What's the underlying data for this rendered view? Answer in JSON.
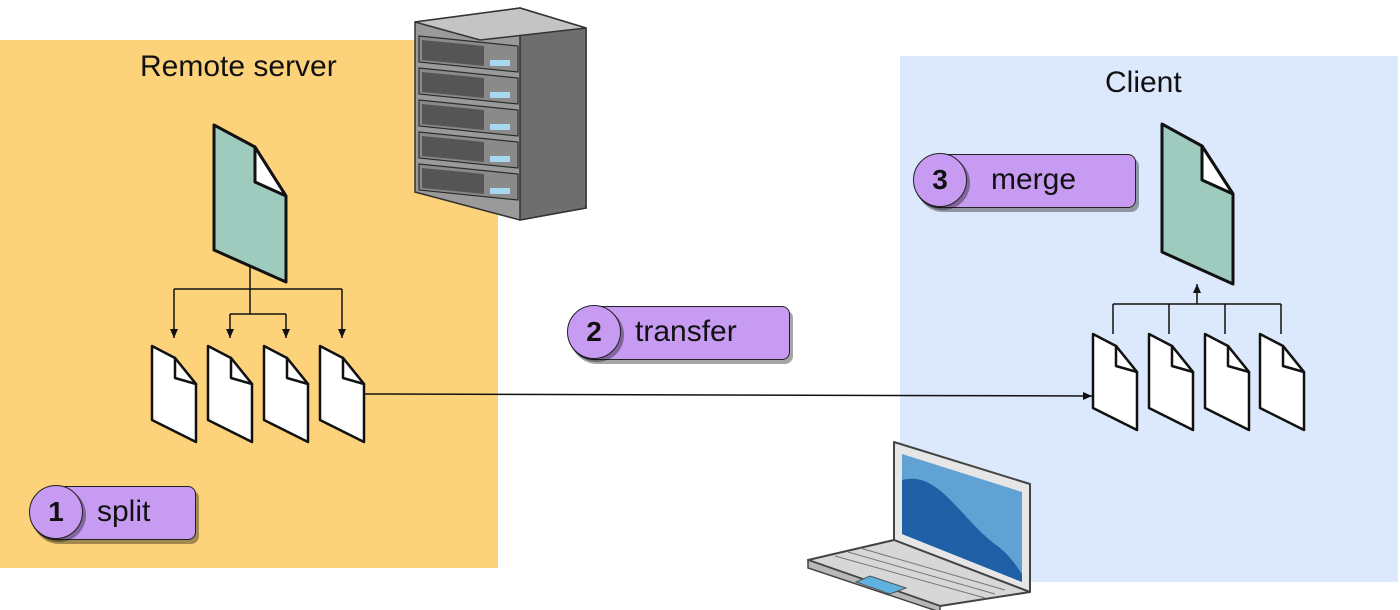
{
  "remote": {
    "title": "Remote server"
  },
  "client": {
    "title": "Client"
  },
  "steps": [
    {
      "number": "1",
      "label": "split"
    },
    {
      "number": "2",
      "label": "transfer"
    },
    {
      "number": "3",
      "label": "merge"
    }
  ],
  "colors": {
    "remote_bg": "#fcd37a",
    "client_bg": "#dce8fc",
    "badge": "#c79bf2",
    "file_full": "#9fcbbf",
    "file_chunk": "#ffffff"
  },
  "icons": [
    "server-rack-icon",
    "laptop-icon",
    "document-icon",
    "file-chunk-icon"
  ]
}
